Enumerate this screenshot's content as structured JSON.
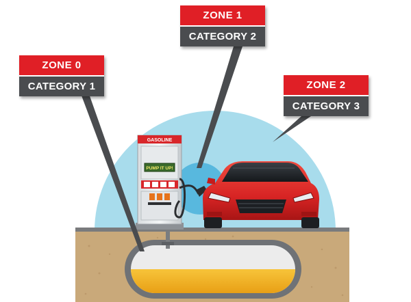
{
  "labels": [
    {
      "zone": "ZONE 0",
      "category": "CATEGORY 1"
    },
    {
      "zone": "ZONE 1",
      "category": "CATEGORY 2"
    },
    {
      "zone": "ZONE 2",
      "category": "CATEGORY 3"
    }
  ],
  "pump": {
    "header": "GASOLINE",
    "sign": "PUMP IT UP!"
  },
  "colors": {
    "zone_red": "#e01f26",
    "category_gray": "#4a4c4f",
    "zone2_blue": "#a8dcec",
    "zone1_blue": "#4fb4dd",
    "fuel_yellow": "#f2b11c",
    "ground": "#c9a97a",
    "car_red": "#d72424"
  }
}
